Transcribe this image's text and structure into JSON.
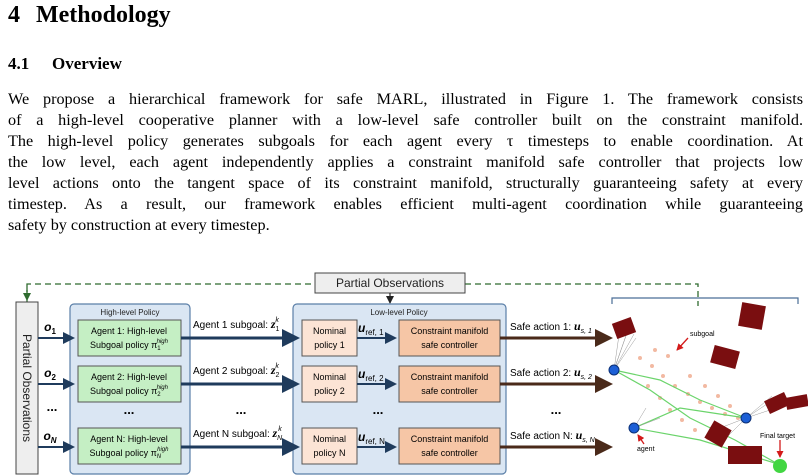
{
  "section": {
    "number": "4",
    "title": "Methodology"
  },
  "subsection": {
    "number": "4.1",
    "title": "Overview"
  },
  "paragraph": [
    "We propose a hierarchical framework for safe MARL, illustrated in Figure 1. The framework consists",
    "of a high-level cooperative planner with a low-level safe controller built on the constraint manifold.",
    "The high-level policy generates subgoals for each agent every τ timesteps to enable coordination. At",
    "the low level, each agent independently applies a constraint manifold safe controller that projects low",
    "level actions onto the tangent space of its constraint manifold, structurally guaranteeing safety at every",
    "timestep. As a result, our framework enables efficient multi-agent coordination while guaranteeing",
    "safety by construction at every timestep."
  ],
  "figure": {
    "partial_observations_side": "Partial Observations",
    "partial_observations_top": "Partial Observations",
    "high_level_title": "High-level Policy",
    "low_level_title": "Low-level Policy",
    "obs_labels": [
      "o",
      "o",
      "o"
    ],
    "obs_subs": [
      "1",
      "2",
      "N"
    ],
    "ellipsis": "...",
    "high_agents": [
      {
        "line1": "Agent 1: High-level",
        "line2": "Subgoal policy π",
        "sub": "1",
        "sup": "high"
      },
      {
        "line1": "Agent 2: High-level",
        "line2": "Subgoal policy π",
        "sub": "2",
        "sup": "high"
      },
      {
        "line1": "Agent N: High-level",
        "line2": "Subgoal policy π",
        "sub": "N",
        "sup": "high"
      }
    ],
    "subgoal_labels": [
      {
        "text": "Agent 1 subgoal: ",
        "var": "z",
        "sub": "1",
        "sup": "k"
      },
      {
        "text": "Agent 2 subgoal: ",
        "var": "z",
        "sub": "2",
        "sup": "k"
      },
      {
        "text": "Agent N subgoal: ",
        "var": "z",
        "sub": "N",
        "sup": "k"
      }
    ],
    "nominal": [
      {
        "line1": "Nominal",
        "line2": "policy 1"
      },
      {
        "line1": "Nominal",
        "line2": "policy 2"
      },
      {
        "line1": "Nominal",
        "line2": "policy N"
      }
    ],
    "uref": [
      {
        "var": "u",
        "sub": "ref, 1"
      },
      {
        "var": "u",
        "sub": "ref, 2"
      },
      {
        "var": "u",
        "sub": "ref, N"
      }
    ],
    "cm": {
      "line1": "Constraint manifold",
      "line2": "safe controller"
    },
    "safe_actions": [
      {
        "text": "Safe action 1: ",
        "var": "u",
        "sub": "s, 1"
      },
      {
        "text": "Safe action 2: ",
        "var": "u",
        "sub": "s, 2"
      },
      {
        "text": "Safe action N: ",
        "var": "u",
        "sub": "s, N"
      }
    ],
    "env": {
      "subgoal": "subgoal",
      "agent": "agent",
      "final_target": "Final target"
    },
    "colors": {
      "panel_fill": "#dae6f3",
      "panel_stroke": "#5b7fa8",
      "green_fill": "#c5efc4",
      "orange_fill": "#f6c6a6",
      "nominal_fill": "#fce4d5",
      "arrow_blue": "#1f3b5c",
      "arrow_brown": "#4a2a1a",
      "dashed_green": "#2f6b2f",
      "obstacle": "#7a0e10",
      "agent_blue": "#1c5fd6",
      "target_green": "#42d642"
    }
  }
}
